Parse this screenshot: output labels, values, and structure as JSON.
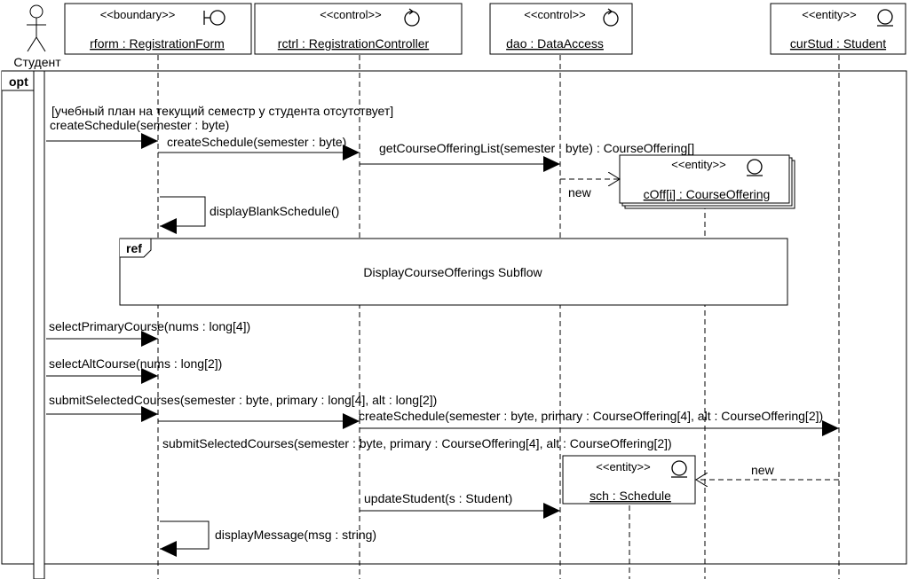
{
  "actor": {
    "name": "Студент"
  },
  "participants": [
    {
      "id": "rform",
      "stereotype": "<<boundary>>",
      "label": "rform : RegistrationForm",
      "icon": "boundary-icon"
    },
    {
      "id": "rctrl",
      "stereotype": "<<control>>",
      "label": "rctrl : RegistrationController",
      "icon": "control-icon"
    },
    {
      "id": "dao",
      "stereotype": "<<control>>",
      "label": "dao : DataAccess",
      "icon": "control-icon"
    },
    {
      "id": "curStud",
      "stereotype": "<<entity>>",
      "label": "curStud : Student",
      "icon": "entity-icon"
    }
  ],
  "created_objects": [
    {
      "id": "cOff",
      "stereotype": "<<entity>>",
      "label": "cOff[i] : CourseOffering",
      "icon": "entity-icon",
      "multi": true
    },
    {
      "id": "sch",
      "stereotype": "<<entity>>",
      "label": "sch : Schedule",
      "icon": "entity-icon",
      "multi": false
    }
  ],
  "fragments": {
    "opt": {
      "operator": "opt",
      "guard": "[учебный план на текущий семестр у студента отсутствует]"
    },
    "ref": {
      "operator": "ref",
      "text": "DisplayCourseOfferings Subflow"
    }
  },
  "messages": [
    {
      "id": "m1",
      "text": "createSchedule(semester : byte)"
    },
    {
      "id": "m2",
      "text": "createSchedule(semester : byte)"
    },
    {
      "id": "m3",
      "text": "getCourseOfferingList(semester : byte) : CourseOffering[]"
    },
    {
      "id": "m4",
      "text": "new"
    },
    {
      "id": "m5",
      "text": "displayBlankSchedule()"
    },
    {
      "id": "m6",
      "text": "selectPrimaryCourse(nums : long[4])"
    },
    {
      "id": "m7",
      "text": "selectAltCourse(nums : long[2])"
    },
    {
      "id": "m8",
      "text": "submitSelectedCourses(semester : byte, primary : long[4], alt : long[2])"
    },
    {
      "id": "m9",
      "text": "createSchedule(semester : byte, primary : CourseOffering[4], alt : CourseOffering[2])"
    },
    {
      "id": "m10",
      "text": "submitSelectedCourses(semester : byte, primary : CourseOffering[4], alt : CourseOffering[2])"
    },
    {
      "id": "m11",
      "text": "new"
    },
    {
      "id": "m12",
      "text": "updateStudent(s : Student)"
    },
    {
      "id": "m13",
      "text": "displayMessage(msg : string)"
    }
  ]
}
